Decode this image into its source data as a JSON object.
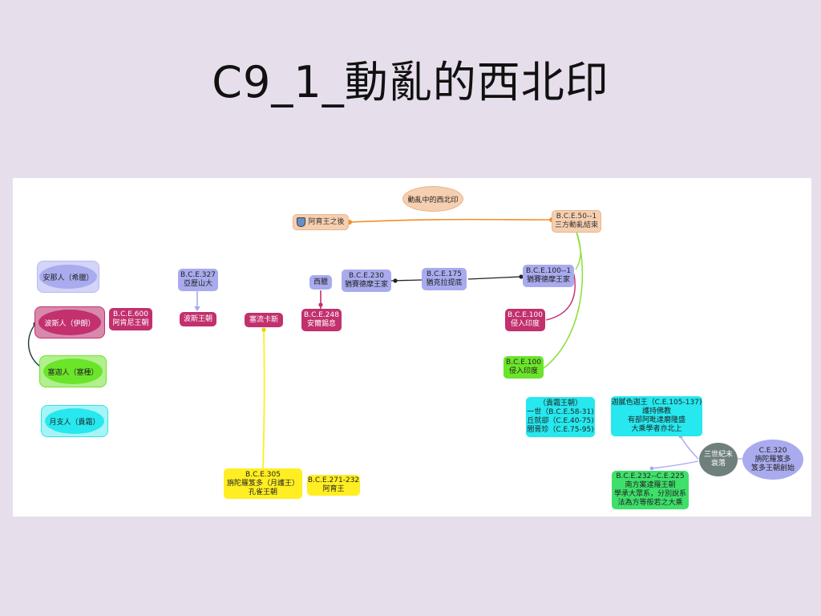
{
  "slide": {
    "title": "C9_1_動亂的西北印"
  },
  "colors": {
    "magenta": "#c2306e",
    "lavender": "#a9abee",
    "peach": "#f6cfb0",
    "yellow": "#ffee22",
    "green": "#6be52a",
    "cyan": "#26e8ee",
    "link_orange": "#f0902a",
    "link_green": "#8fe040",
    "link_magenta": "#c2306e"
  },
  "map": {
    "root": "動亂中的西北印",
    "asoka_after": "阿育王之後",
    "end_date": "B.C.E.50--1",
    "end_label": "三方動亂結束",
    "peoples": {
      "greek": "安那人（希臘）",
      "persian": "波斯人（伊朗）",
      "saka": "塞迦人（塞種）",
      "yuezhi": "月支人（貴霜）"
    },
    "achaemenid_date": "B.C.E.600",
    "achaemenid_label": "阿肯尼王朝",
    "alexander_date": "B.C.E.327",
    "alexander_label": "亞歷山大",
    "persian_dynasty": "波斯王朝",
    "seleucus": "塞流卡斯",
    "bactria": "西臘",
    "antiochus_date": "B.C.E.248",
    "antiochus_label": "安爾錫息",
    "demetrius_date": "B.C.E.230",
    "demetrius_label": "猶賽德摩王家",
    "eucratides_date": "B.C.E.175",
    "eucratides_label": "猶克拉提底",
    "late_house_date": "B.C.E.100--1",
    "late_house_label": "猶賽德摩王家",
    "invade1_date": "B.C.E.100",
    "invade1_label": "侵入印度",
    "invade2_date": "B.C.E.100",
    "invade2_label": "侵入印度",
    "maurya_date": "B.C.E.305",
    "maurya_line1": "旃陀羅笈多（月護王）",
    "maurya_line2": "孔雀王朝",
    "asoka_date": "B.C.E.271-232",
    "asoka_label": "阿育王",
    "kushan": {
      "title": "（貴霜王朝）",
      "l1": "一世（B.C.E.58-31)",
      "l2": "丘就卻（C.E.40-75)",
      "l3": "閻膏珍（C.E.75-95)"
    },
    "kanishka": {
      "title": "迦膩色迦王（C.E.105-137)",
      "l1": "護持佛教",
      "l2": "有部阿毗達磨隆盛",
      "l3": "大乘學者亦北上"
    },
    "decline_l1": "三世紀末",
    "decline_l2": "衰落",
    "gupta_date": "C.E.320",
    "gupta_l1": "旃陀羅笈多",
    "gupta_l2": "笈多王朝創始",
    "andhra": {
      "date": "B.C.E.232--C.E.225",
      "l1": "南方案達羅王朝",
      "l2": "學承大眾系，分別說系",
      "l3": "法為方等般若之大乘"
    }
  }
}
